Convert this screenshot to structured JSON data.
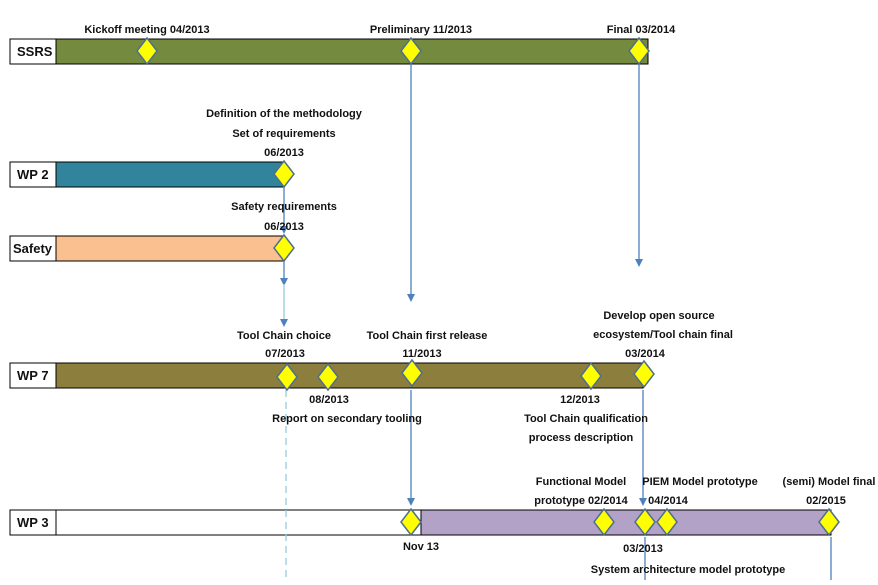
{
  "colors": {
    "ssrs_bar": "#748a3f",
    "wp2_bar": "#31849b",
    "safety_bar": "#fac090",
    "wp7_bar": "#8c7e3c",
    "wp3_bar": "#b3a2c7",
    "diamond_fill": "#ffff00",
    "diamond_stroke": "#4f6f8f",
    "arrow": "#4f81bd",
    "dashed": "#93cddd"
  },
  "rows": {
    "ssrs": "SSRS",
    "wp2": "WP 2",
    "safety": "Safety",
    "wp7": "WP 7",
    "wp3": "WP 3"
  },
  "labels": {
    "ssrs_kickoff": "Kickoff meeting 04/2013",
    "ssrs_preliminary": "Preliminary 11/2013",
    "ssrs_final": "Final 03/2014",
    "wp2_line1": "Definition of the methodology",
    "wp2_line2": "Set of requirements",
    "wp2_line3": "06/2013",
    "safety_line1": "Safety requirements",
    "safety_line2": "06/2013",
    "wp7_choice_line1": "Tool Chain choice",
    "wp7_choice_line2": "07/2013",
    "wp7_release_line1": "Tool Chain first release",
    "wp7_release_line2": "11/2013",
    "wp7_final_line1": "Develop open source",
    "wp7_final_line2": "ecosystem/Tool chain final",
    "wp7_final_line3": "03/2014",
    "wp7_secondary_date": "08/2013",
    "wp7_secondary_text": "Report on secondary tooling",
    "wp7_qual_date": "12/2013",
    "wp7_qual_line1": "Tool Chain qualification",
    "wp7_qual_line2": "process description",
    "wp3_functional_line1": "Functional Model",
    "wp3_functional_line2": "prototype 02/2014",
    "wp3_piem_line1": "PIEM Model prototype",
    "wp3_piem_line2": "04/2014",
    "wp3_semi_line1": "(semi) Model final",
    "wp3_semi_line2": "02/2015",
    "wp3_nov": "Nov 13",
    "wp3_sysarch_date": "03/2013",
    "wp3_sysarch_text": "System architecture model prototype"
  }
}
